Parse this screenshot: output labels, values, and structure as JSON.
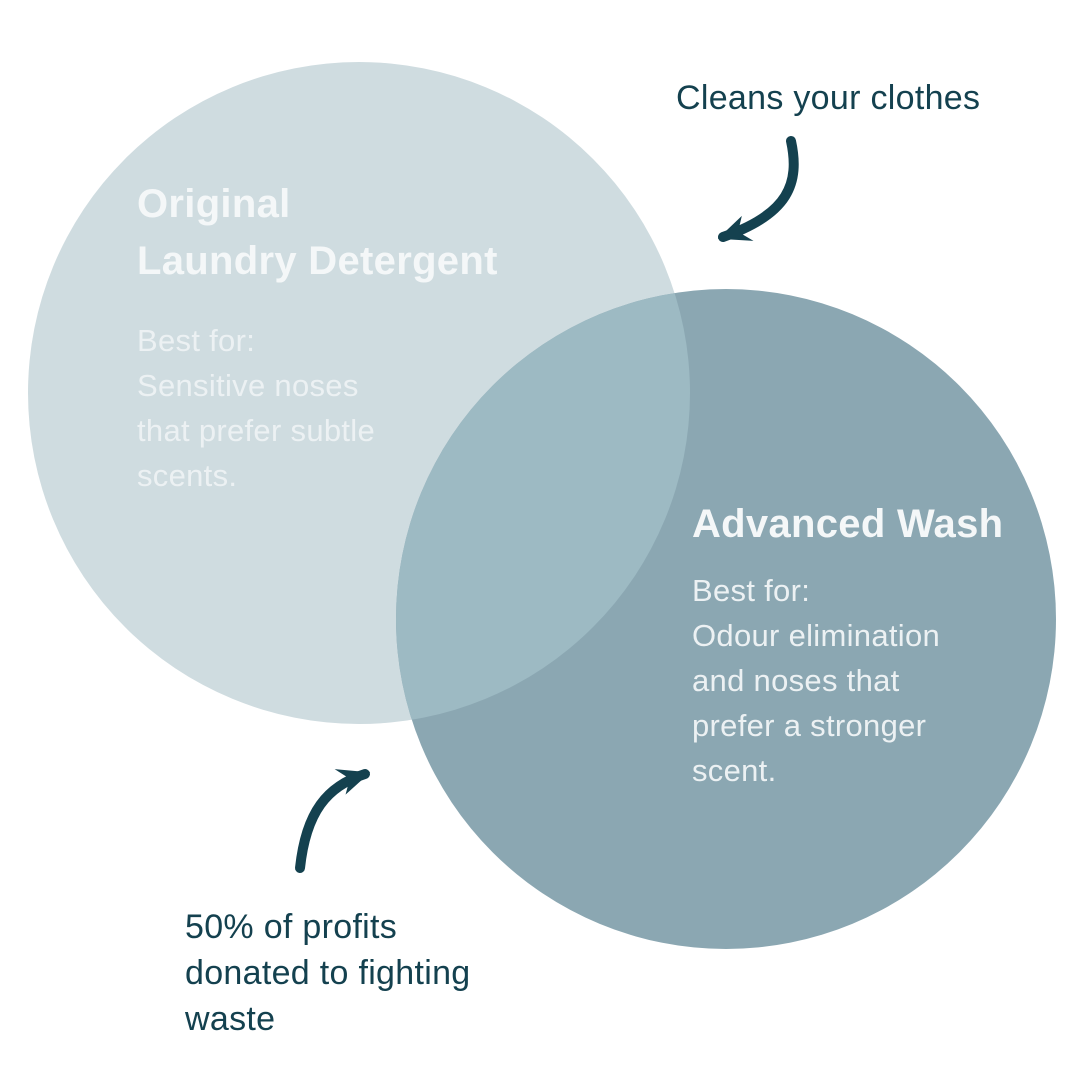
{
  "colors": {
    "background": "#FFFFFF",
    "left_circle": "#CFDCE0",
    "right_circle": "#8BA7B2",
    "overlap": "#9DBAC3",
    "annotation_text": "#14414F",
    "title_text": "#F4F7F8",
    "body_text": "#ECF1F3"
  },
  "venn": {
    "left": {
      "title": "Original\nLaundry Detergent",
      "body": "Best for:\nSensitive noses\nthat prefer subtle\nscents."
    },
    "right": {
      "title": "Advanced Wash",
      "body": "Best for:\nOdour elimination\nand noses that\nprefer a stronger\nscent."
    }
  },
  "annotations": {
    "top": {
      "label": "Cleans your clothes"
    },
    "bottom": {
      "label": "50% of profits\ndonated to fighting\nwaste"
    }
  }
}
